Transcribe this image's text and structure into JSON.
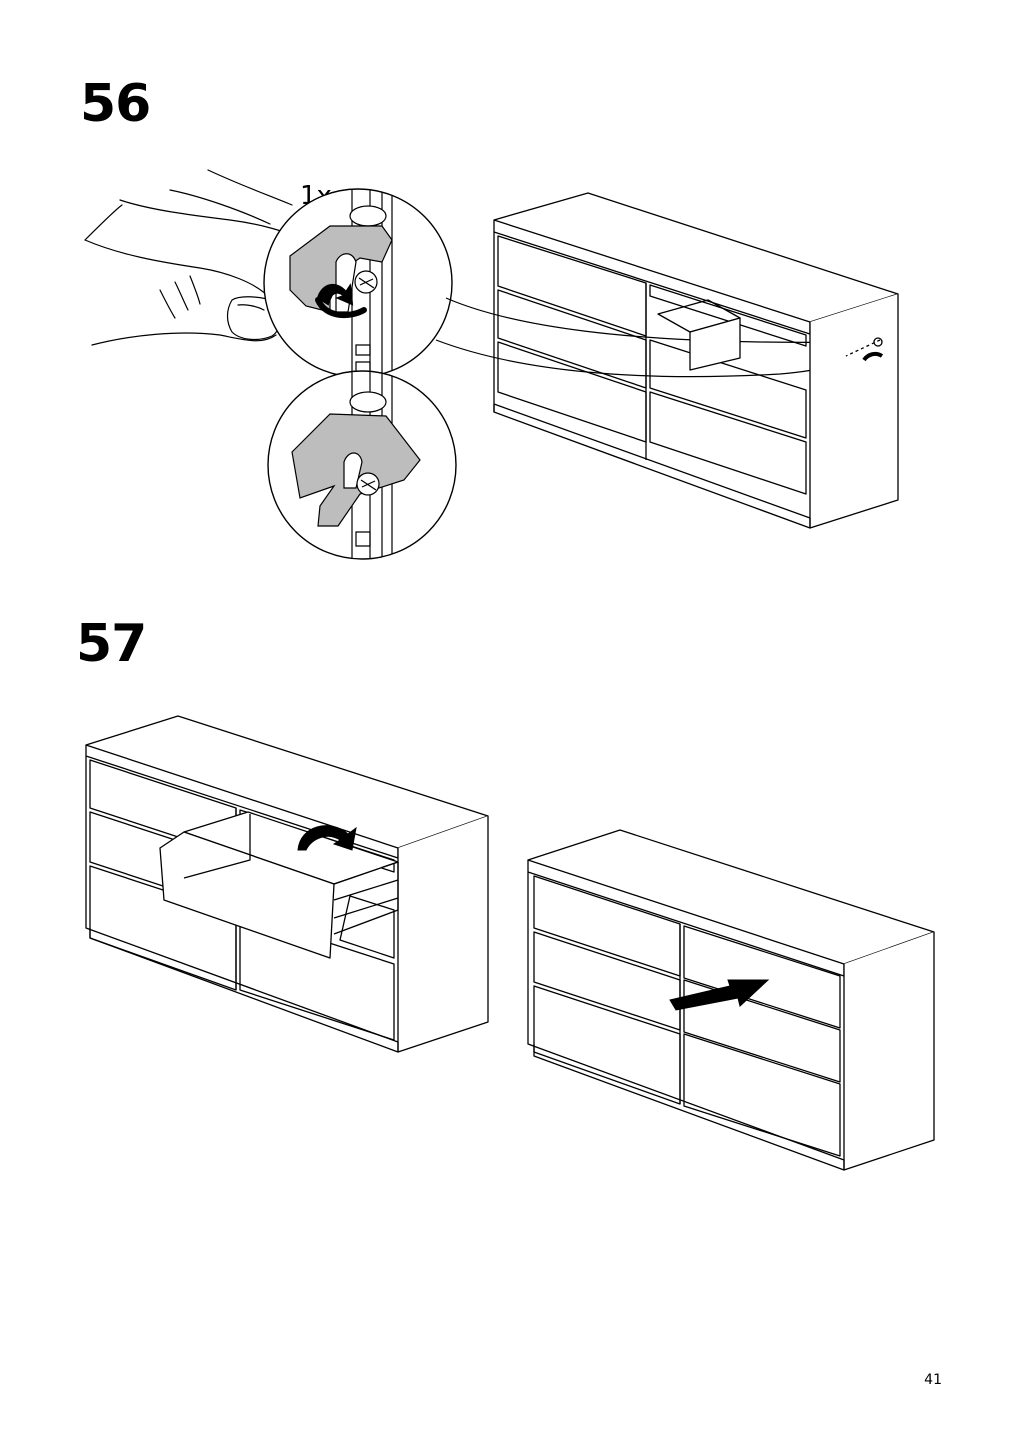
{
  "steps": [
    {
      "number": "56",
      "quantity": "1x"
    },
    {
      "number": "57"
    }
  ],
  "page_number": "41",
  "icons": [
    "hand-icon",
    "rotate-arrow-icon",
    "push-arrow-icon",
    "flip-arrow-icon"
  ]
}
